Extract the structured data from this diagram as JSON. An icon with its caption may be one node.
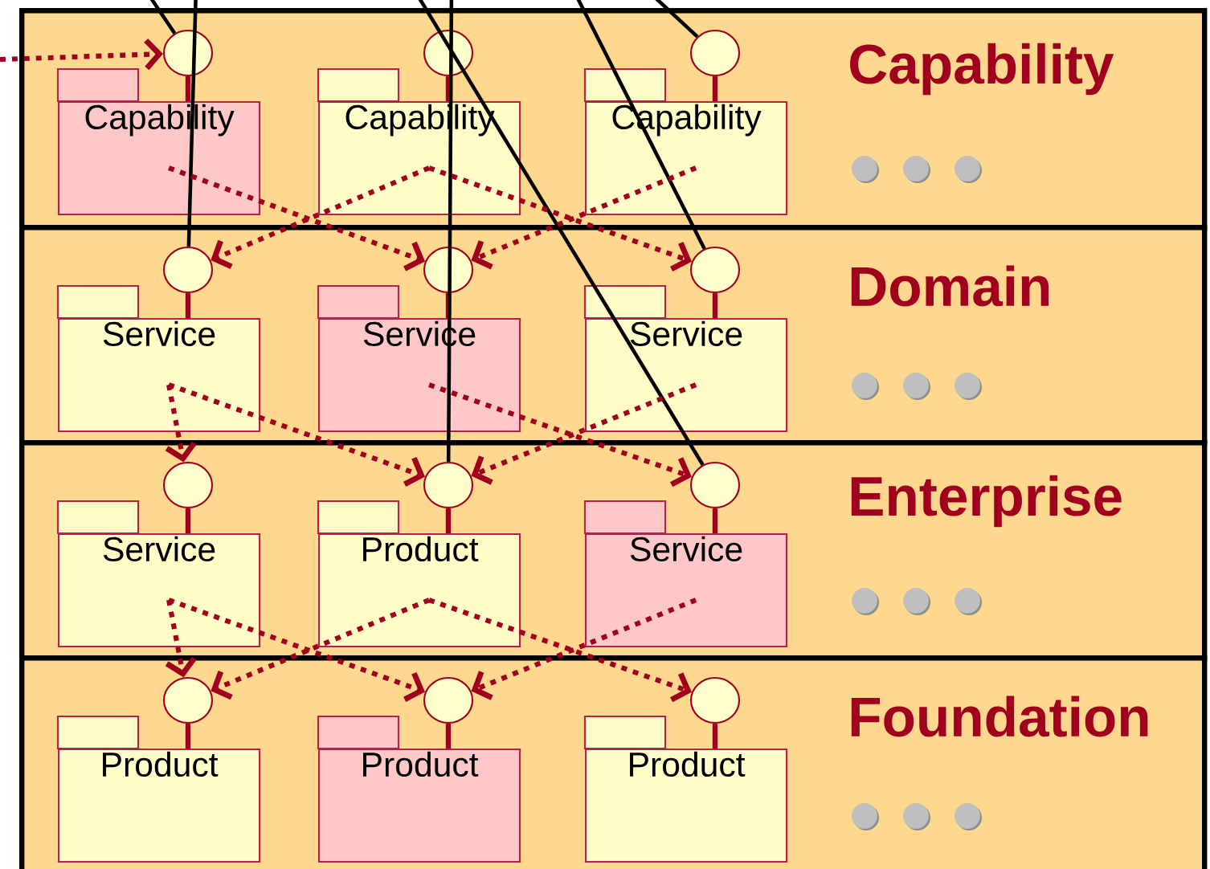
{
  "diagram": {
    "nodes": [
      {
        "text": [
          "Capability"
        ]
      },
      {
        "text": [
          "Capability"
        ],
        "in": 0
      },
      {
        "text": [],
        "shape": "circle",
        "in": 0
      },
      {
        "text": [
          "Capability"
        ],
        "in": 0
      },
      {
        "text": [],
        "shape": "circle",
        "in": 0
      },
      {
        "text": [
          "Capability"
        ],
        "in": 0
      },
      {
        "text": [],
        "shape": "circle",
        "in": 0
      },
      {
        "text": [
          "Domain"
        ]
      },
      {
        "text": [
          "Service"
        ],
        "in": 7
      },
      {
        "text": [],
        "shape": "circle",
        "in": 7
      },
      {
        "text": [
          "Service"
        ],
        "in": 7
      },
      {
        "text": [],
        "shape": "circle",
        "in": 7
      },
      {
        "text": [
          "Service"
        ],
        "in": 7
      },
      {
        "text": [],
        "shape": "circle",
        "in": 7
      },
      {
        "text": [
          "Enterprise"
        ]
      },
      {
        "text": [
          "Service"
        ],
        "in": 14
      },
      {
        "text": [],
        "shape": "circle",
        "in": 14
      },
      {
        "text": [
          "Product"
        ],
        "in": 14
      },
      {
        "text": [],
        "shape": "circle",
        "in": 14
      },
      {
        "text": [
          "Service"
        ],
        "in": 14
      },
      {
        "text": [],
        "shape": "circle",
        "in": 14
      },
      {
        "text": [
          "Foundation"
        ]
      },
      {
        "text": [
          "Product"
        ],
        "in": 21
      },
      {
        "text": [],
        "shape": "circle",
        "in": 21
      },
      {
        "text": [
          "Product"
        ],
        "in": 21
      },
      {
        "text": [],
        "shape": "circle",
        "in": 21
      },
      {
        "text": [
          "Product"
        ],
        "in": 21
      },
      {
        "text": [],
        "shape": "circle",
        "in": 21
      }
    ],
    "edges": [
      {
        "from": 2,
        "to": 1,
        "arrow": "none"
      },
      {
        "from": 4,
        "to": 3,
        "arrow": "none"
      },
      {
        "from": 6,
        "to": 5,
        "arrow": "none"
      },
      {
        "from": 9,
        "to": 8,
        "arrow": "none"
      },
      {
        "from": 11,
        "to": 10,
        "arrow": "none"
      },
      {
        "from": 13,
        "to": 12,
        "arrow": "none"
      },
      {
        "from": 16,
        "to": 15,
        "arrow": "none"
      },
      {
        "from": 18,
        "to": 17,
        "arrow": "none"
      },
      {
        "from": 20,
        "to": 19,
        "arrow": "none"
      },
      {
        "from": 23,
        "to": 22,
        "arrow": "none"
      },
      {
        "from": 25,
        "to": 24,
        "arrow": "none"
      },
      {
        "from": 27,
        "to": 26,
        "arrow": "none"
      },
      {
        "from": null,
        "to": 2,
        "arrow": "to",
        "style": "dashed"
      },
      {
        "from": null,
        "to": 2,
        "arrow": "none",
        "color": "#000000"
      },
      {
        "from": null,
        "to": 9,
        "arrow": "none",
        "color": "#000000"
      },
      {
        "from": null,
        "to": 20,
        "arrow": "none",
        "color": "#000000"
      },
      {
        "from": null,
        "to": 18,
        "arrow": "none",
        "color": "#000000"
      },
      {
        "from": null,
        "to": 13,
        "arrow": "none",
        "color": "#000000"
      },
      {
        "from": null,
        "to": 6,
        "arrow": "none",
        "color": "#000000"
      },
      {
        "from": 1,
        "to": 11,
        "arrow": "to",
        "style": "dashed"
      },
      {
        "from": 3,
        "to": 9,
        "arrow": "to",
        "style": "dashed"
      },
      {
        "from": 3,
        "to": 13,
        "arrow": "to",
        "style": "dashed"
      },
      {
        "from": 5,
        "to": 11,
        "arrow": "to",
        "style": "dashed"
      },
      {
        "from": 8,
        "to": 16,
        "arrow": "to",
        "style": "dashed"
      },
      {
        "from": 8,
        "to": 18,
        "arrow": "to",
        "style": "dashed"
      },
      {
        "from": 10,
        "to": 20,
        "arrow": "to",
        "style": "dashed"
      },
      {
        "from": 12,
        "to": 18,
        "arrow": "to",
        "style": "dashed"
      },
      {
        "from": 15,
        "to": 23,
        "arrow": "to",
        "style": "dashed"
      },
      {
        "from": 15,
        "to": 25,
        "arrow": "to",
        "style": "dashed"
      },
      {
        "from": 17,
        "to": 23,
        "arrow": "to",
        "style": "dashed"
      },
      {
        "from": 17,
        "to": 27,
        "arrow": "to",
        "style": "dashed"
      },
      {
        "from": 19,
        "to": 25,
        "arrow": "to",
        "style": "dashed"
      }
    ]
  }
}
